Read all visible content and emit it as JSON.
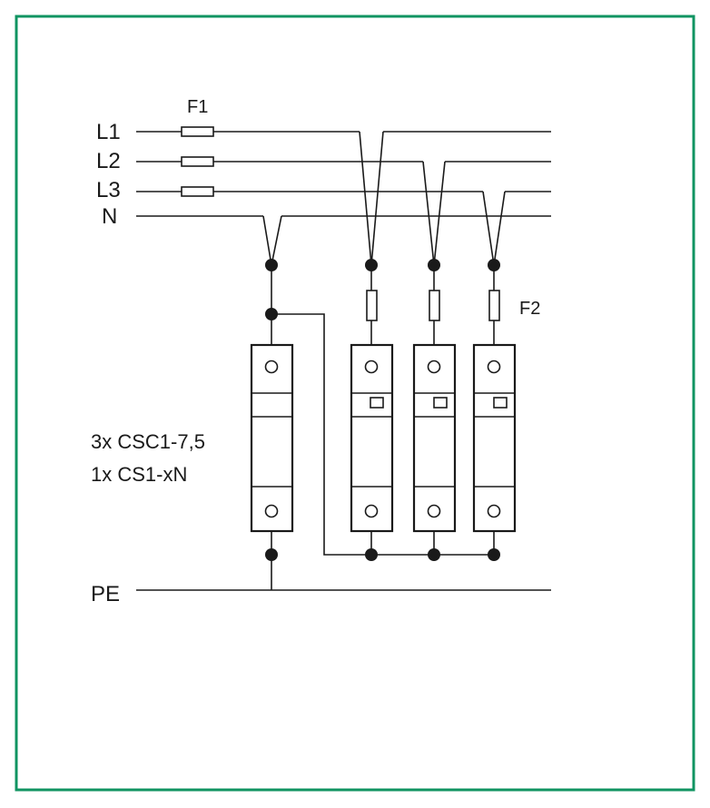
{
  "frame_color": "#119462",
  "lines": {
    "l1": "L1",
    "l2": "L2",
    "l3": "L3",
    "n": "N",
    "pe": "PE"
  },
  "fuses": {
    "f1": "F1",
    "f2": "F2"
  },
  "devices": {
    "line1": "3x CSC1-7,5",
    "line2": "1x CS1-xN"
  }
}
